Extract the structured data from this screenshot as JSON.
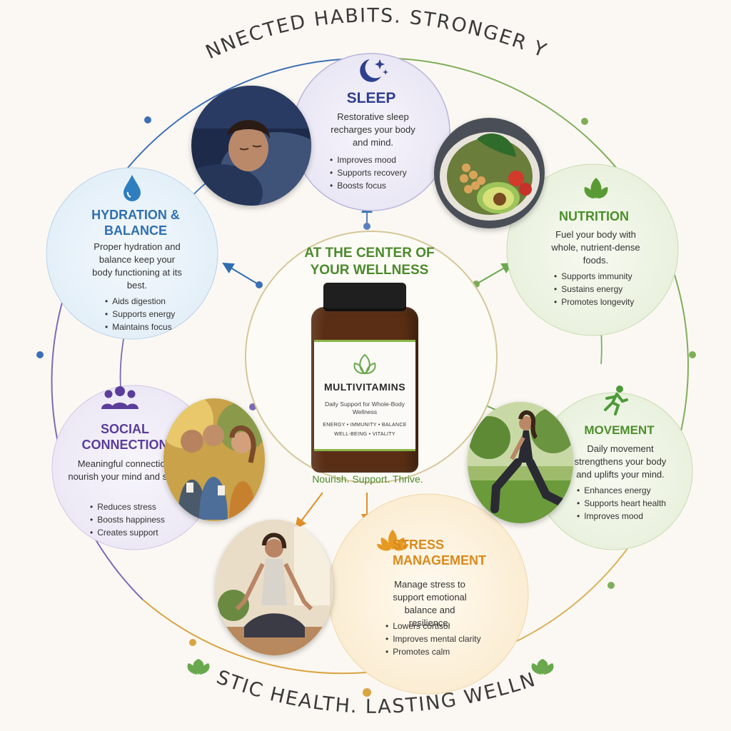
{
  "header": {
    "top_text": "CONNECTED HABITS.  STRONGER YOU.",
    "bottom_text": "HOLISTIC HEALTH.  LASTING WELLNESS."
  },
  "colors": {
    "sleep": "#2f3f8f",
    "hydration": "#2f6fb0",
    "nutrition": "#4d8f2c",
    "movement": "#4d8f2c",
    "stress": "#d9891c",
    "social": "#5a3d9a",
    "center": "#4b8a2c"
  },
  "center": {
    "title": "AT THE CENTER OF YOUR WELLNESS",
    "bottle_name": "MULTIVITAMINS",
    "bottle_subtitle": "Daily Support for Whole-Body Wellness",
    "bottle_benefits_1": "ENERGY • IMMUNITY • BALANCE",
    "bottle_benefits_2": "WELL-BEING • VITALITY",
    "tagline": "Nourish. Support. Thrive."
  },
  "habits": {
    "sleep": {
      "title": "SLEEP",
      "icon": "moon-stars-icon",
      "description": "Restorative sleep recharges your body and mind.",
      "bullets": [
        "Improves mood",
        "Supports recovery",
        "Boosts focus"
      ]
    },
    "hydration": {
      "title": "HYDRATION & BALANCE",
      "icon": "water-drop-icon",
      "description": "Proper hydration and balance keep your body functioning at its best.",
      "bullets": [
        "Aids digestion",
        "Supports energy",
        "Maintains focus"
      ]
    },
    "nutrition": {
      "title": "NUTRITION",
      "icon": "leaf-sprout-icon",
      "description": "Fuel your body with whole, nutrient-dense foods.",
      "bullets": [
        "Supports immunity",
        "Sustains energy",
        "Promotes longevity"
      ]
    },
    "movement": {
      "title": "MOVEMENT",
      "icon": "running-person-icon",
      "description": "Daily movement strengthens your body and uplifts your mind.",
      "bullets": [
        "Enhances energy",
        "Supports heart health",
        "Improves mood"
      ]
    },
    "stress": {
      "title": "STRESS MANAGEMENT",
      "icon": "lotus-icon",
      "description": "Manage stress to support emotional balance and resilience.",
      "bullets": [
        "Lowers cortisol",
        "Improves mental clarity",
        "Promotes calm"
      ]
    },
    "social": {
      "title": "SOCIAL CONNECTION",
      "icon": "group-people-icon",
      "description": "Meaningful connections nourish your mind and spirit.",
      "bullets": [
        "Reduces stress",
        "Boosts happiness",
        "Creates support"
      ]
    }
  }
}
